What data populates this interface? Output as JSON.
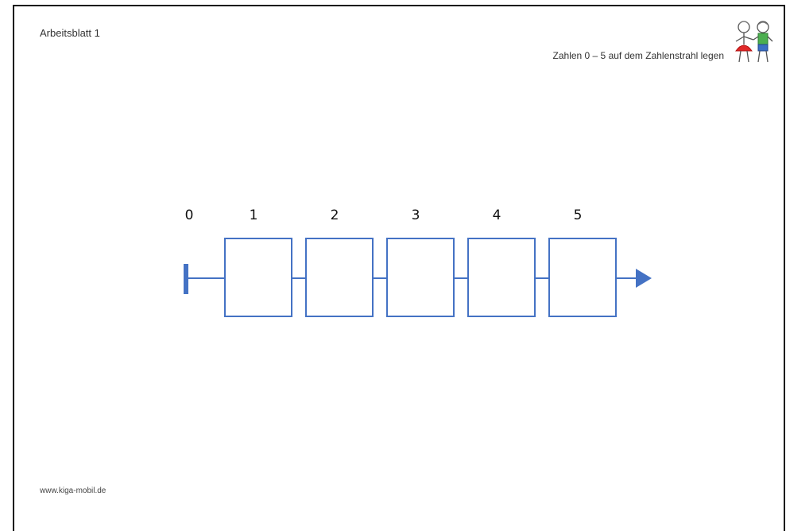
{
  "header": {
    "sheet_title": "Arbeitsblatt 1",
    "task_title": "Zahlen 0 – 5 auf dem Zahlenstrahl legen"
  },
  "number_line": {
    "labels": [
      "0",
      "1",
      "2",
      "3",
      "4",
      "5"
    ],
    "box_count": 5,
    "line_color": "#4472c4",
    "arrow": "right"
  },
  "logo": {
    "icon": "children-holding-hands-icon"
  },
  "footer": {
    "url": "www.kiga-mobil.de"
  }
}
